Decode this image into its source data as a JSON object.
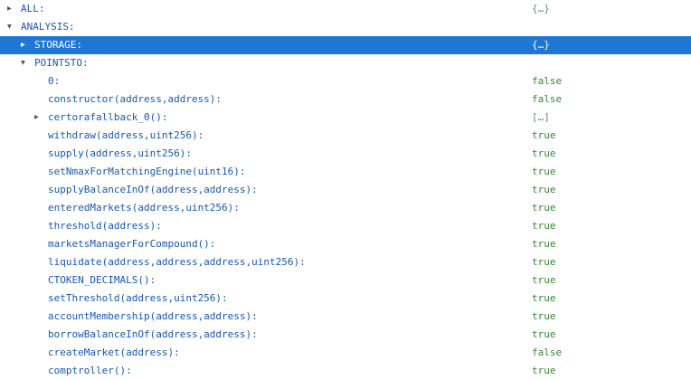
{
  "colors": {
    "background": "#ffffff",
    "selection_bg": "#1e76d5",
    "key_text": "#1a56b4",
    "boolean_value": "#398439",
    "object_value": "#6d7f8f",
    "arrow": "#555555",
    "selected_text": "#ffffff"
  },
  "tree": {
    "rows": [
      {
        "label": "ALL:",
        "value": "{…}",
        "indent": 1,
        "arrow": "collapsed",
        "selected": false
      },
      {
        "label": "ANALYSIS:",
        "value": "",
        "indent": 1,
        "arrow": "expanded",
        "selected": false
      },
      {
        "label": "STORAGE:",
        "value": "{…}",
        "indent": 2,
        "arrow": "collapsed",
        "selected": true
      },
      {
        "label": "POINTSTO:",
        "value": "",
        "indent": 2,
        "arrow": "expanded",
        "selected": false
      },
      {
        "label": "0:",
        "value": "false",
        "indent": 3,
        "arrow": "none",
        "selected": false
      },
      {
        "label": "constructor(address,address):",
        "value": "false",
        "indent": 3,
        "arrow": "none",
        "selected": false
      },
      {
        "label": "certorafallback_0():",
        "value": "[…]",
        "indent": 3,
        "arrow": "collapsed",
        "selected": false
      },
      {
        "label": "withdraw(address,uint256):",
        "value": "true",
        "indent": 3,
        "arrow": "none",
        "selected": false
      },
      {
        "label": "supply(address,uint256):",
        "value": "true",
        "indent": 3,
        "arrow": "none",
        "selected": false
      },
      {
        "label": "setNmaxForMatchingEngine(uint16):",
        "value": "true",
        "indent": 3,
        "arrow": "none",
        "selected": false
      },
      {
        "label": "supplyBalanceInOf(address,address):",
        "value": "true",
        "indent": 3,
        "arrow": "none",
        "selected": false
      },
      {
        "label": "enteredMarkets(address,uint256):",
        "value": "true",
        "indent": 3,
        "arrow": "none",
        "selected": false
      },
      {
        "label": "threshold(address):",
        "value": "true",
        "indent": 3,
        "arrow": "none",
        "selected": false
      },
      {
        "label": "marketsManagerForCompound():",
        "value": "true",
        "indent": 3,
        "arrow": "none",
        "selected": false
      },
      {
        "label": "liquidate(address,address,address,uint256):",
        "value": "true",
        "indent": 3,
        "arrow": "none",
        "selected": false
      },
      {
        "label": "CTOKEN_DECIMALS():",
        "value": "true",
        "indent": 3,
        "arrow": "none",
        "selected": false
      },
      {
        "label": "setThreshold(address,uint256):",
        "value": "true",
        "indent": 3,
        "arrow": "none",
        "selected": false
      },
      {
        "label": "accountMembership(address,address):",
        "value": "true",
        "indent": 3,
        "arrow": "none",
        "selected": false
      },
      {
        "label": "borrowBalanceInOf(address,address):",
        "value": "true",
        "indent": 3,
        "arrow": "none",
        "selected": false
      },
      {
        "label": "createMarket(address):",
        "value": "false",
        "indent": 3,
        "arrow": "none",
        "selected": false
      },
      {
        "label": "comptroller():",
        "value": "true",
        "indent": 3,
        "arrow": "none",
        "selected": false
      }
    ]
  }
}
